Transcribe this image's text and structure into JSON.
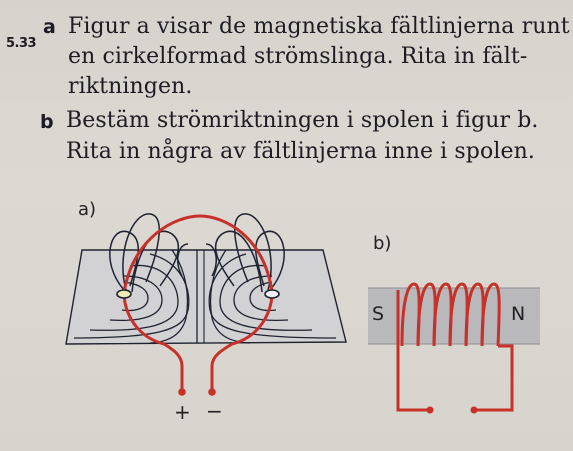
{
  "problem": {
    "number": "5.33",
    "part_a_label": "a",
    "part_a_lines": [
      "Figur a visar de magnetiska fältlinjerna runt",
      "en cirkelformad strömslinga. Rita in fält-",
      "riktningen."
    ],
    "part_b_label": "b",
    "part_b_lines": [
      "Bestäm strömriktningen i spolen i figur b.",
      "Rita in några av fältlinjerna inne i spolen."
    ]
  },
  "figure_a": {
    "label": "a)",
    "plus": "+",
    "minus": "−"
  },
  "figure_b": {
    "label": "b)",
    "south": "S",
    "north": "N"
  },
  "colors": {
    "wire": "#c8302a",
    "ink": "#1f2330",
    "plate": "#d4d4d6",
    "magnet": "#b9b9bc"
  }
}
